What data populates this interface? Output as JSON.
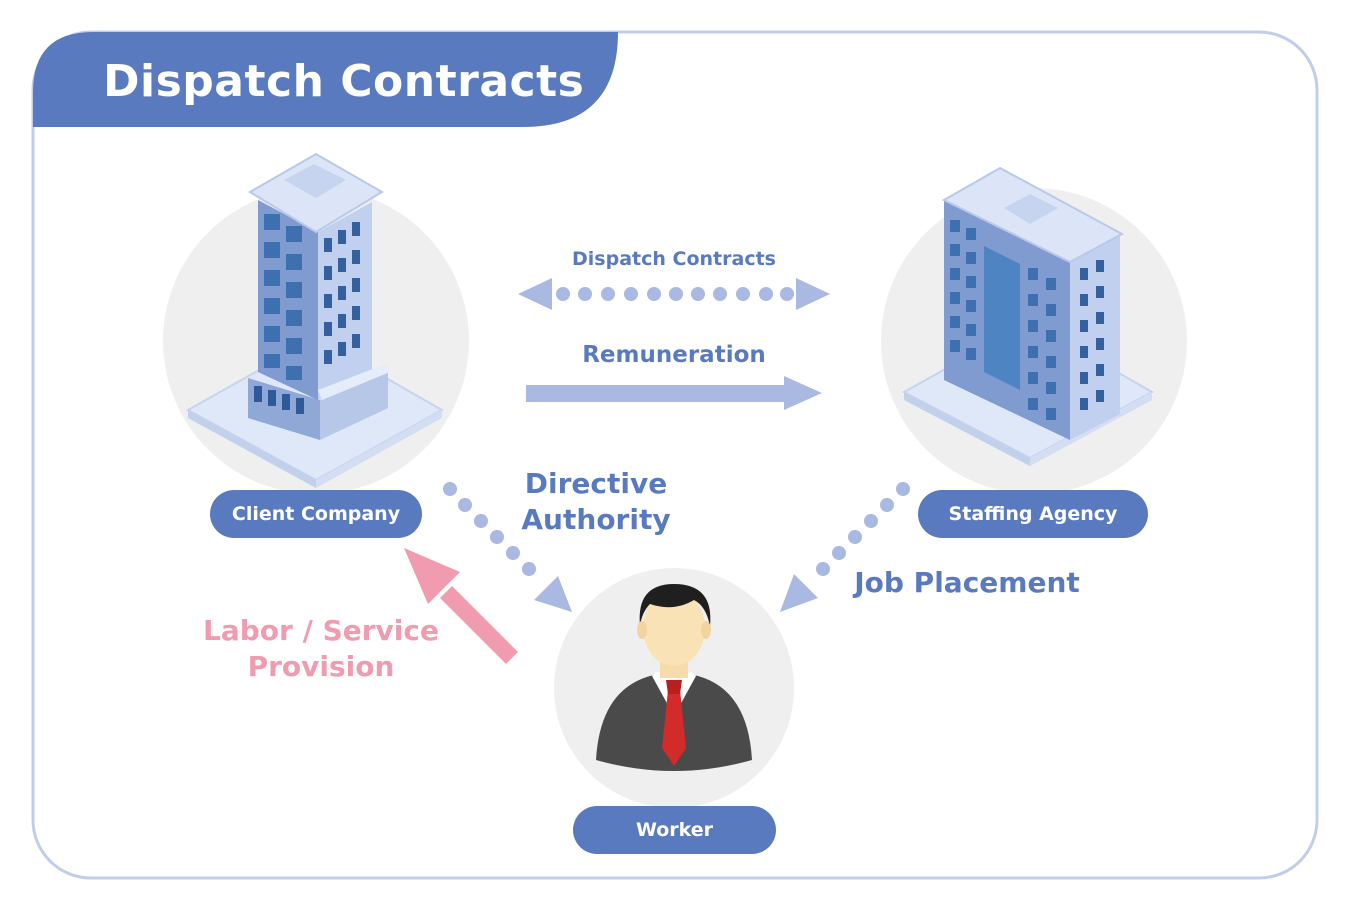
{
  "title": "Dispatch Contracts",
  "nodes": {
    "client": "Client Company",
    "agency": "Staffing Agency",
    "worker": "Worker"
  },
  "relations": {
    "dispatch_contracts": "Dispatch Contracts",
    "remuneration": "Remuneration",
    "directive_line1": "Directive",
    "directive_line2": "Authority",
    "job_placement": "Job Placement",
    "labor_line1": "Labor / Service",
    "labor_line2": "Provision"
  },
  "colors": {
    "brand_blue": "#5a7abf",
    "arrow_blue": "#a9b9e2",
    "arrow_pink": "#f09bb0",
    "circle_gray": "#efefef",
    "frame": "#c2cdea"
  },
  "icons": [
    "office-tower-icon",
    "office-building-icon",
    "businessman-icon"
  ]
}
